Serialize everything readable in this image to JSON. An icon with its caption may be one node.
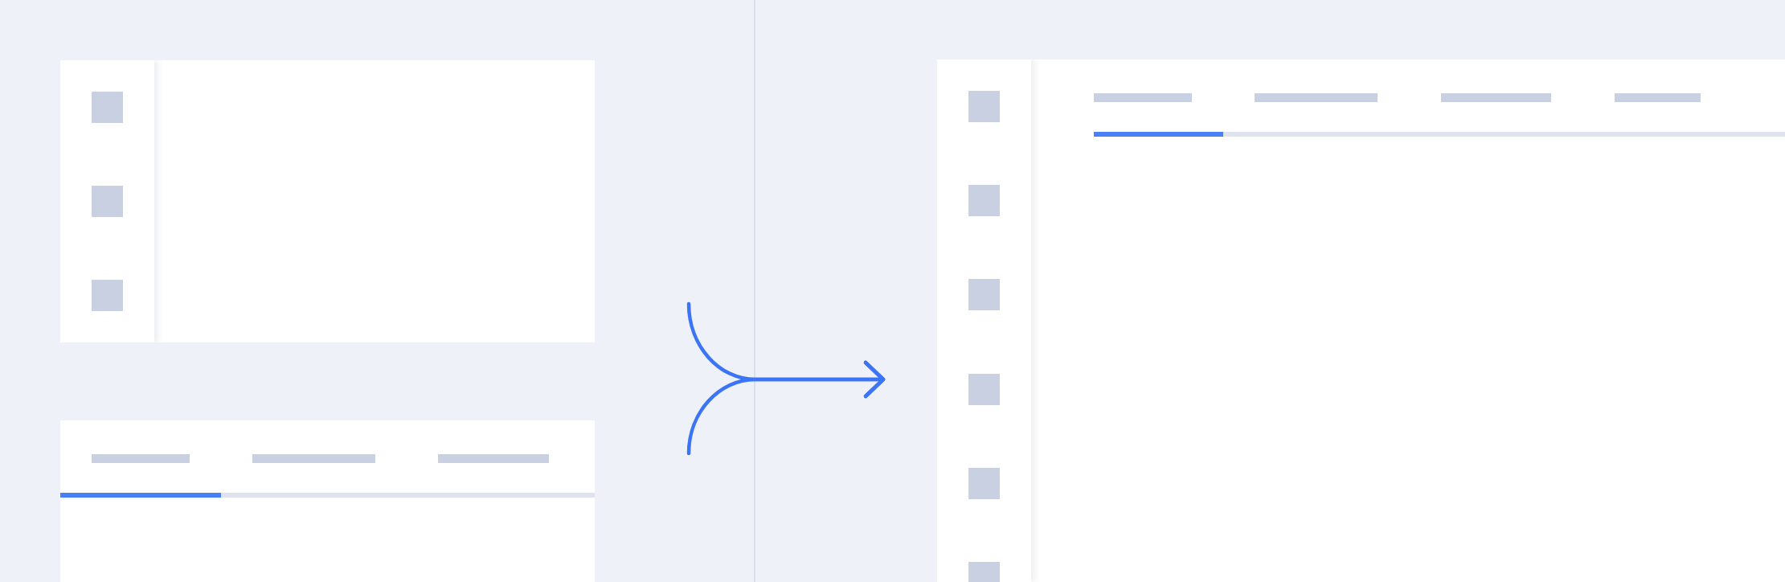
{
  "diagram": {
    "nodes": [
      {
        "text": [],
        "shape": "picture"
      },
      {
        "text": [],
        "shape": "picture"
      },
      {
        "text": [],
        "shape": "picture"
      }
    ],
    "edges": [
      {
        "from": 0,
        "to": 2,
        "arrow": "to"
      },
      {
        "from": 1,
        "to": 2,
        "arrow": "to"
      }
    ]
  }
}
